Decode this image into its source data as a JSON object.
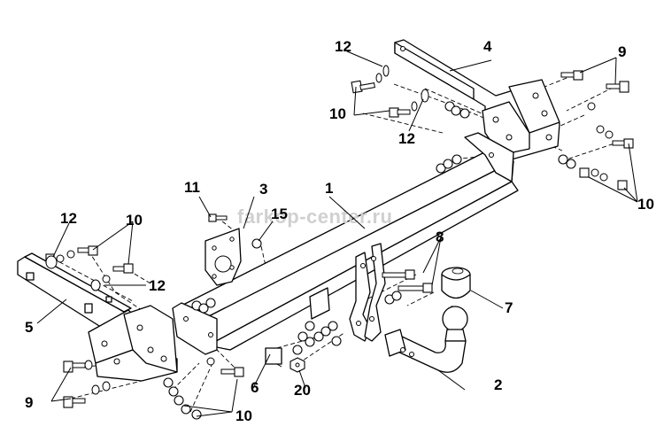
{
  "watermark": "farkop-center.ru",
  "callouts": {
    "c1": "1",
    "c2": "2",
    "c3": "3",
    "c4": "4",
    "c5": "5",
    "c6": "6",
    "c7": "7",
    "c8": "8",
    "c9_top": "9",
    "c9_bottom": "9",
    "c10_top_left": "10",
    "c10_top_right": "10",
    "c10_mid_left": "10",
    "c10_bottom": "10",
    "c11": "11",
    "c12_top_upper": "12",
    "c12_top_lower": "12",
    "c12_left_upper": "12",
    "c12_left_lower": "12",
    "c15": "15",
    "c20": "20"
  },
  "colors": {
    "line": "#000000",
    "background": "#ffffff",
    "watermark": "#d0d0d0"
  }
}
